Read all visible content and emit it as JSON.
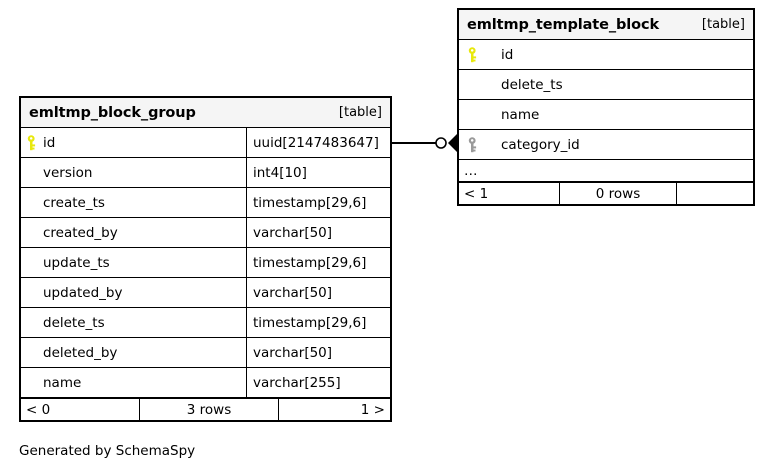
{
  "diagram": {
    "generator_caption": "Generated by SchemaSpy",
    "table_tag": "[table]",
    "ellipsis": "…",
    "key_icon_primary": "key-icon-primary",
    "key_icon_foreign": "key-icon-foreign",
    "colors": {
      "primary_key": "#e8e80c",
      "foreign_key": "#9a9a9a",
      "border": "#000000",
      "header_bg": "#f5f5f5",
      "row_bg": "#ffffff",
      "text": "#000000"
    }
  },
  "tables": [
    {
      "id": "emltmp_block_group",
      "name": "emltmp_block_group",
      "tag": "[table]",
      "columns": [
        {
          "key": "primary",
          "name": "id",
          "type": "uuid[2147483647]"
        },
        {
          "key": "none",
          "name": "version",
          "type": "int4[10]"
        },
        {
          "key": "none",
          "name": "create_ts",
          "type": "timestamp[29,6]"
        },
        {
          "key": "none",
          "name": "created_by",
          "type": "varchar[50]"
        },
        {
          "key": "none",
          "name": "update_ts",
          "type": "timestamp[29,6]"
        },
        {
          "key": "none",
          "name": "updated_by",
          "type": "varchar[50]"
        },
        {
          "key": "none",
          "name": "delete_ts",
          "type": "timestamp[29,6]"
        },
        {
          "key": "none",
          "name": "deleted_by",
          "type": "varchar[50]"
        },
        {
          "key": "none",
          "name": "name",
          "type": "varchar[255]"
        }
      ],
      "has_ellipsis": false,
      "footer": {
        "left": "< 0",
        "middle": "3 rows",
        "right": "1 >"
      }
    },
    {
      "id": "emltmp_template_block",
      "name": "emltmp_template_block",
      "tag": "[table]",
      "columns": [
        {
          "key": "primary",
          "name": "id",
          "type": ""
        },
        {
          "key": "none",
          "name": "delete_ts",
          "type": ""
        },
        {
          "key": "none",
          "name": "name",
          "type": ""
        },
        {
          "key": "foreign",
          "name": "category_id",
          "type": ""
        }
      ],
      "has_ellipsis": true,
      "footer": {
        "left": "< 1",
        "middle": "0 rows",
        "right": ""
      }
    }
  ],
  "relationship": {
    "name": "fk-block-group-to-template-block",
    "from_table": "emltmp_block_group",
    "from_column": "id",
    "to_table": "emltmp_template_block",
    "to_column": "category_id",
    "from_cardinality": "zero",
    "to_cardinality": "many"
  }
}
